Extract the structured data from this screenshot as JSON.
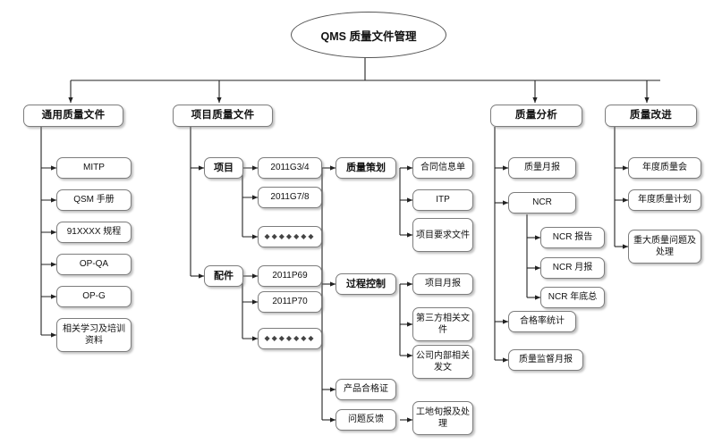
{
  "diagram": {
    "title": "QMS 质量文件管理",
    "root": {
      "label": "QMS 质量文件管理"
    },
    "level1": [
      {
        "label": "通用质量文件"
      },
      {
        "label": "项目质量文件"
      },
      {
        "label": "质量分析"
      },
      {
        "label": "质量改进"
      }
    ],
    "general_docs": [
      {
        "label": "MITP"
      },
      {
        "label": "QSM 手册"
      },
      {
        "label": "91XXXX 规程"
      },
      {
        "label": "OP-QA"
      },
      {
        "label": "OP-G"
      },
      {
        "label": "相关学习及培训资料"
      }
    ],
    "project_groups": [
      {
        "label": "项目"
      },
      {
        "label": "配件"
      }
    ],
    "project_items": [
      {
        "label": "2011G3/4"
      },
      {
        "label": "2011G7/8"
      },
      {
        "label": "◆◆◆◆◆◆◆"
      }
    ],
    "part_items": [
      {
        "label": "2011P69"
      },
      {
        "label": "2011P70"
      },
      {
        "label": "◆◆◆◆◆◆◆"
      }
    ],
    "process_stages": [
      {
        "label": "质量策划"
      },
      {
        "label": "过程控制"
      },
      {
        "label": "产品合格证"
      },
      {
        "label": "问题反馈"
      }
    ],
    "planning_items": [
      {
        "label": "合同信息单"
      },
      {
        "label": "ITP"
      },
      {
        "label": "项目要求文件"
      }
    ],
    "control_items": [
      {
        "label": "项目月报"
      },
      {
        "label": "第三方相关文件"
      },
      {
        "label": "公司内部相关发文"
      }
    ],
    "feedback_items": [
      {
        "label": "工地旬报及处理"
      }
    ],
    "analysis_items": [
      {
        "label": "质量月报"
      },
      {
        "label": "NCR"
      },
      {
        "label": "合格率统计"
      },
      {
        "label": "质量监督月报"
      }
    ],
    "ncr_items": [
      {
        "label": "NCR 报告"
      },
      {
        "label": "NCR 月报"
      },
      {
        "label": "NCR 年底总"
      }
    ],
    "improvement_items": [
      {
        "label": "年度质量会"
      },
      {
        "label": "年度质量计划"
      },
      {
        "label": "重大质量问题及处理"
      }
    ],
    "colors": {
      "box_border": "#7d7d7d",
      "line": "#222222",
      "background": "#ffffff",
      "text": "#111111"
    }
  }
}
